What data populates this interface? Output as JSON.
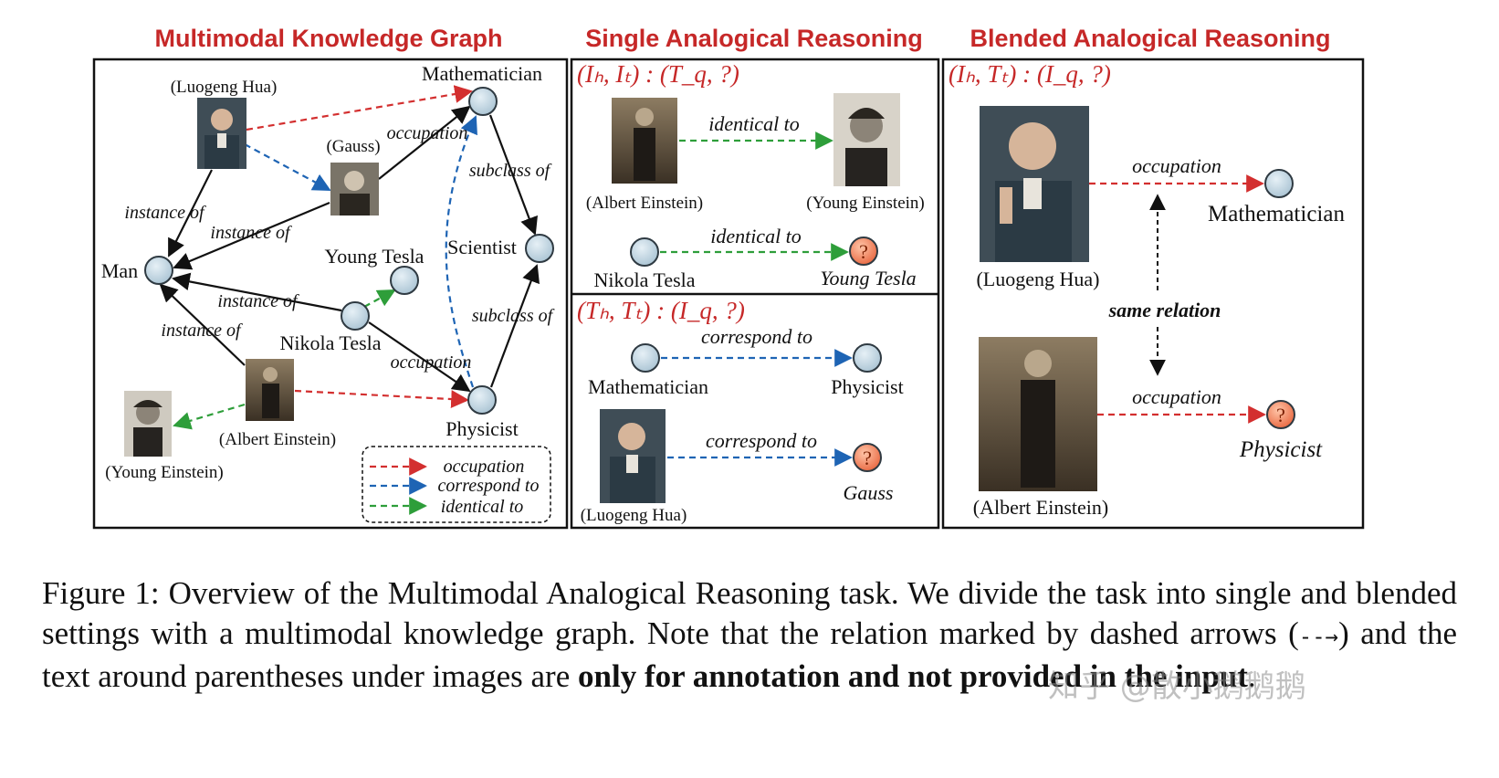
{
  "colors": {
    "title": "#c62828",
    "occupation": "#d32f2f",
    "correspond": "#1e64b4",
    "identical": "#2e9e3a",
    "node_fill": "#c9dbe6",
    "node_stroke": "#2f3a42",
    "query_fill": "#f08a6b"
  },
  "panels": {
    "kg": {
      "title": "Multimodal Knowledge Graph",
      "nodes": {
        "mathematician": "Mathematician",
        "scientist": "Scientist",
        "man": "Man",
        "young_tesla": "Young Tesla",
        "nikola_tesla": "Nikola Tesla",
        "physicist": "Physicist"
      },
      "image_labels": {
        "luogeng": "(Luogeng Hua)",
        "gauss": "(Gauss)",
        "einstein": "(Albert Einstein)",
        "young_einstein": "(Young Einstein)"
      },
      "edge_labels": {
        "occupation_top": "occupation",
        "subclass_top": "subclass of",
        "instance_1": "instance of",
        "instance_2": "instance of",
        "instance_3": "instance of",
        "instance_4": "instance of",
        "subclass_bottom": "subclass of",
        "occupation_mid": "occupation"
      },
      "legend": [
        "occupation",
        "correspond to",
        "identical to"
      ]
    },
    "single": {
      "title": "Single Analogical Reasoning",
      "formula_top": "(Iₕ, Iₜ) : (T_q, ?)",
      "formula_bottom": "(Tₕ, Tₜ) : (I_q, ?)",
      "top": {
        "relation_1": "identical to",
        "label_einstein": "(Albert Einstein)",
        "label_young_einstein": "(Young Einstein)",
        "relation_2": "identical to",
        "node_tesla": "Nikola Tesla",
        "answer": "Young Tesla",
        "qmark": "?"
      },
      "bottom": {
        "relation_1": "correspond to",
        "node_math": "Mathematician",
        "node_phys": "Physicist",
        "relation_2": "correspond to",
        "label_luogeng": "(Luogeng Hua)",
        "answer": "Gauss",
        "qmark": "?"
      }
    },
    "blended": {
      "title": "Blended Analogical Reasoning",
      "formula": "(Iₕ, Tₜ) : (I_q, ?)",
      "relation_top": "occupation",
      "node_math": "Mathematician",
      "label_luogeng": "(Luogeng Hua)",
      "same_relation": "same relation",
      "relation_bottom": "occupation",
      "answer": "Physicist",
      "label_einstein": "(Albert Einstein)",
      "qmark": "?"
    }
  },
  "caption": {
    "part1": "Figure 1:   Overview of the Multimodal Analogical Reasoning task.  We divide the task into single and blended settings with a multimodal knowledge graph.  Note that the relation marked by dashed arrows (",
    "arrow_symbol": "--→",
    "part2": ") and the text around parentheses under images are ",
    "bold": "only for annotation and not provided in the input",
    "part3": "."
  },
  "watermark": "知乎 @散小鹅鹅鹅"
}
